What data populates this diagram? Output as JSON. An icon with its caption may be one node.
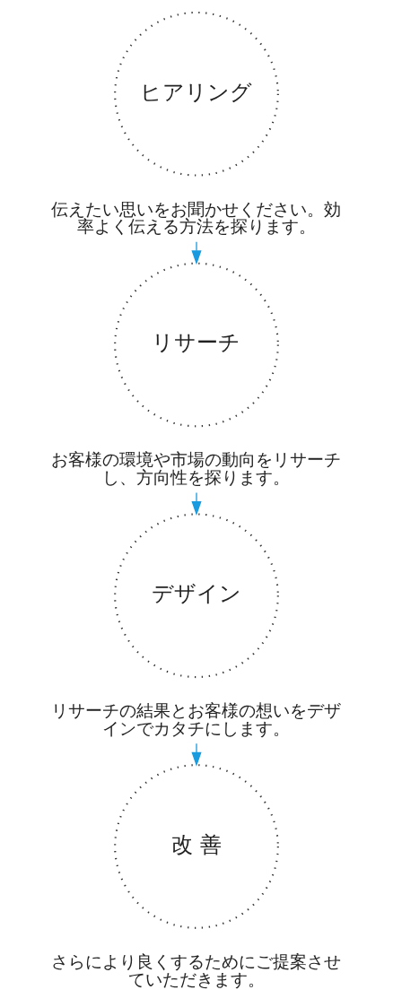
{
  "diagram": {
    "nodes": [
      {
        "text": [
          "ヒアリング"
        ]
      },
      {
        "text": [
          "伝えたい思いをお聞かせください。効率よく伝える方法を探ります。"
        ]
      },
      {
        "text": [
          "リサーチ"
        ]
      },
      {
        "text": [
          "お客様の環境や市場の動向をリサーチし、方向性を探ります。"
        ]
      },
      {
        "text": [
          "デザイン"
        ]
      },
      {
        "text": [
          "リサーチの結果とお客様の想いをデザインでカタチにします。"
        ]
      },
      {
        "text": [
          "改 善"
        ]
      },
      {
        "text": [
          "さらにより良くするためにご提案させていただきます。"
        ]
      }
    ],
    "edges": [
      {
        "from": 1,
        "to": 2,
        "arrow": "to",
        "color": "#1a9be0"
      },
      {
        "from": 3,
        "to": 4,
        "arrow": "to",
        "color": "#1a9be0"
      },
      {
        "from": 5,
        "to": 6,
        "arrow": "to",
        "color": "#1a9be0"
      }
    ]
  }
}
